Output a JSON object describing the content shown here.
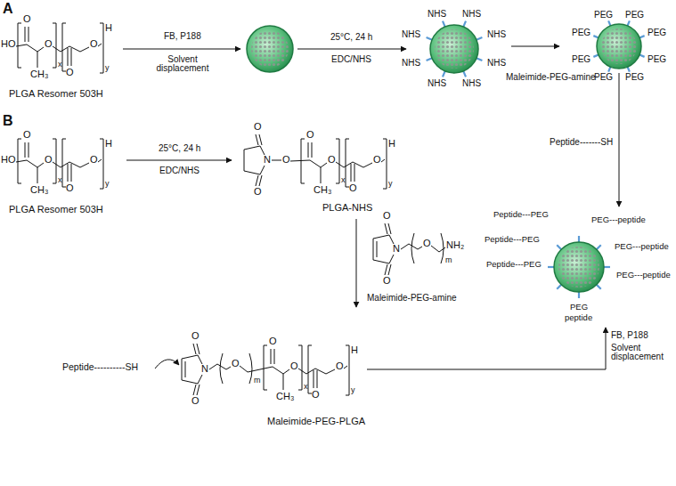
{
  "diagram": {
    "labels": [
      "A",
      "HO",
      "O",
      "CH₃",
      "O",
      "x",
      "O",
      "O",
      "H",
      "y",
      "PLGA Resomer 503H",
      "FB, P188",
      "Solvent displacement",
      "25°C, 24 h",
      "EDC/NHS",
      "NHS",
      "NHS",
      "NHS",
      "NHS",
      "NHS",
      "NHS",
      "NHS",
      "NHS",
      "Maleimide-PEG-amine",
      "PEG",
      "PEG",
      "PEG",
      "PEG",
      "PEG",
      "PEG",
      "PEG",
      "PEG",
      "Peptide-------SH",
      "Peptide---PEG",
      "PEG---peptide",
      "Peptide---PEG",
      "PEG---peptide",
      "Peptide---PEG",
      "PEG---peptide",
      "PEG",
      "peptide",
      "B",
      "HO",
      "O",
      "CH₃",
      "O",
      "x",
      "O",
      "O",
      "H",
      "y",
      "PLGA Resomer 503H",
      "25°C, 24 h",
      "EDC/NHS",
      "O",
      "N",
      "O",
      "O",
      "O",
      "CH₃",
      "O",
      "x",
      "O",
      "O",
      "H",
      "y",
      "PLGA-NHS",
      "O",
      "N",
      "O",
      "O",
      "m",
      "NH₂",
      "Maleimide-PEG-amine",
      "Peptide----------SH",
      "O",
      "N",
      "O",
      "O",
      "m",
      "O",
      "CH₃",
      "O",
      "x",
      "O",
      "O",
      "H",
      "y",
      "Maleimide-PEG-PLGA",
      "FB, P188",
      "Solvent displacement"
    ]
  }
}
